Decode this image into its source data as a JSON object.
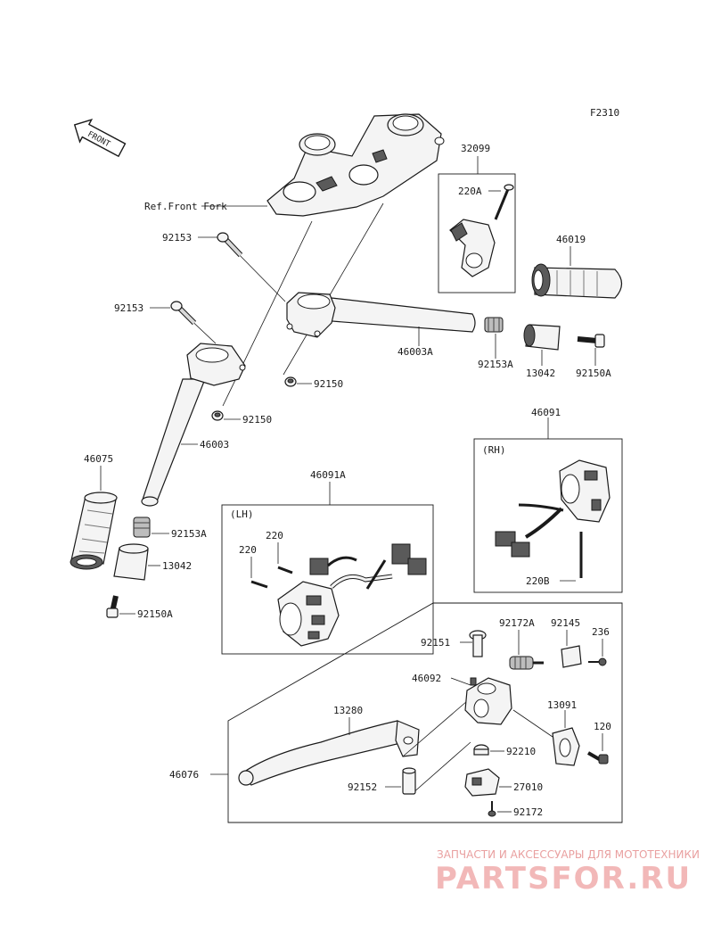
{
  "figure_code": "F2310",
  "front_arrow_label": "FRONT",
  "box_labels": {
    "lh": "(LH)",
    "rh": "(RH)"
  },
  "parts": [
    {
      "id": "ref-front-fork",
      "label": "Ref.Front Fork"
    },
    {
      "id": "32099",
      "label": "32099"
    },
    {
      "id": "220A",
      "label": "220A"
    },
    {
      "id": "46019",
      "label": "46019"
    },
    {
      "id": "92153-upper",
      "label": "92153"
    },
    {
      "id": "92153-lower",
      "label": "92153"
    },
    {
      "id": "46003A",
      "label": "46003A"
    },
    {
      "id": "92153A-right",
      "label": "92153A"
    },
    {
      "id": "13042-right",
      "label": "13042"
    },
    {
      "id": "92150A-right",
      "label": "92150A"
    },
    {
      "id": "92150-a",
      "label": "92150"
    },
    {
      "id": "92150-b",
      "label": "92150"
    },
    {
      "id": "46003",
      "label": "46003"
    },
    {
      "id": "46091",
      "label": "46091"
    },
    {
      "id": "46075",
      "label": "46075"
    },
    {
      "id": "46091A",
      "label": "46091A"
    },
    {
      "id": "92153A-left",
      "label": "92153A"
    },
    {
      "id": "13042-left",
      "label": "13042"
    },
    {
      "id": "220-a",
      "label": "220"
    },
    {
      "id": "220-b",
      "label": "220"
    },
    {
      "id": "92150A-left",
      "label": "92150A"
    },
    {
      "id": "220B",
      "label": "220B"
    },
    {
      "id": "92172A",
      "label": "92172A"
    },
    {
      "id": "92145",
      "label": "92145"
    },
    {
      "id": "236",
      "label": "236"
    },
    {
      "id": "92151",
      "label": "92151"
    },
    {
      "id": "13280",
      "label": "13280"
    },
    {
      "id": "46092",
      "label": "46092"
    },
    {
      "id": "13091",
      "label": "13091"
    },
    {
      "id": "120",
      "label": "120"
    },
    {
      "id": "92210",
      "label": "92210"
    },
    {
      "id": "46076",
      "label": "46076"
    },
    {
      "id": "92152",
      "label": "92152"
    },
    {
      "id": "27010",
      "label": "27010"
    },
    {
      "id": "92172",
      "label": "92172"
    }
  ],
  "watermark": {
    "tagline": "ЗАПЧАСТИ И АКСЕССУАРЫ ДЛЯ МОТОТЕХНИКИ",
    "brand": "PARTSFOR.RU"
  }
}
